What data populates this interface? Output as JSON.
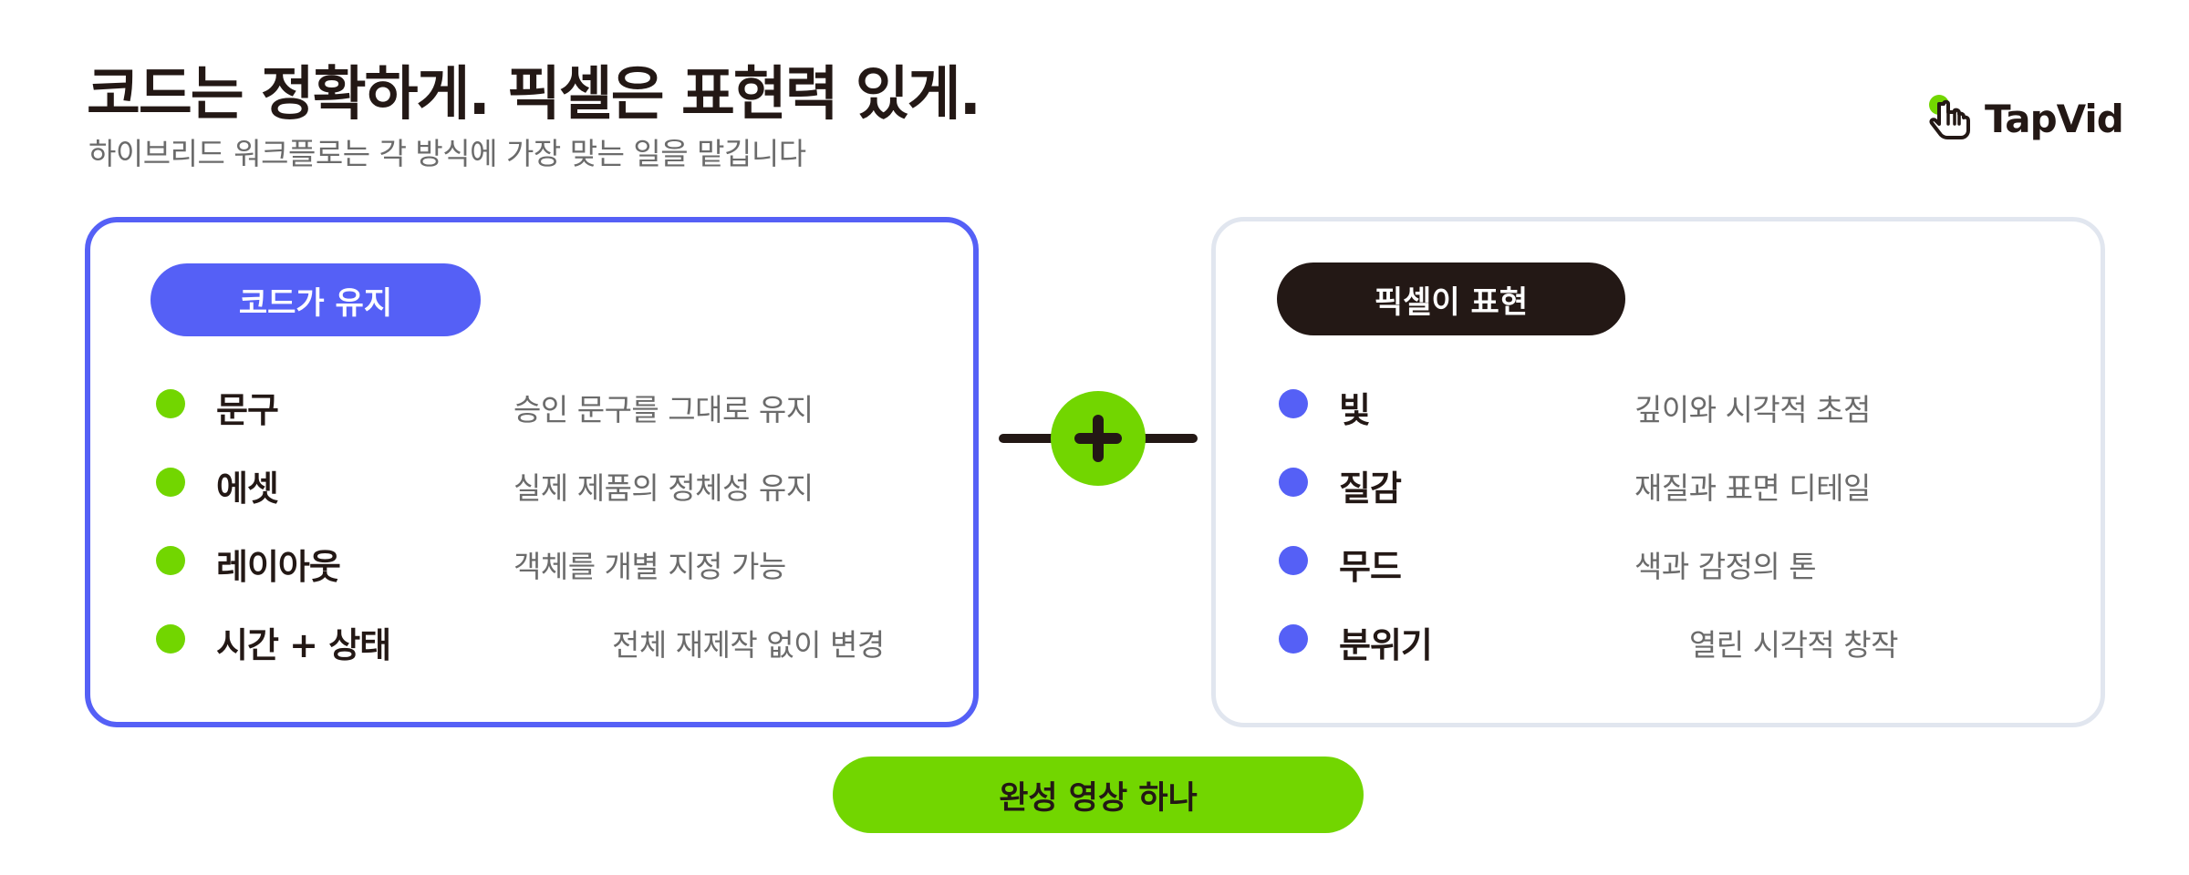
{
  "header": {
    "title": "코드는 정확하게. 픽셀은 표현력 있게.",
    "subtitle": "하이브리드 워크플로는 각 방식에 가장 맞는 일을 맡깁니다"
  },
  "logo": {
    "text": "TapVid",
    "icon": "hand-pointer-icon",
    "accent_color": "#72d600"
  },
  "code_card": {
    "badge": "코드가 유지",
    "border_color": "#5560f6",
    "items": [
      {
        "label": "문구",
        "description": "승인 문구를 그대로 유지"
      },
      {
        "label": "에셋",
        "description": "실제 제품의 정체성 유지"
      },
      {
        "label": "레이아웃",
        "description": "객체를 개별 지정 가능"
      },
      {
        "label": "시간 + 상태",
        "description": "전체 재제작 없이 변경"
      }
    ]
  },
  "pixel_card": {
    "badge": "픽셀이 표현",
    "border_color": "#e1e6ef",
    "items": [
      {
        "label": "빛",
        "description": "깊이와 시각적 초점"
      },
      {
        "label": "질감",
        "description": "재질과 표면 디테일"
      },
      {
        "label": "무드",
        "description": "색과 감정의 톤"
      },
      {
        "label": "분위기",
        "description": "열린 시각적 창작"
      }
    ]
  },
  "connector": {
    "icon": "plus-icon"
  },
  "result": {
    "label": "완성 영상 하나"
  },
  "colors": {
    "blue": "#5560f6",
    "green": "#72d600",
    "dark": "#231815",
    "gray_text": "#6b6b6b",
    "light_border": "#e1e6ef"
  }
}
